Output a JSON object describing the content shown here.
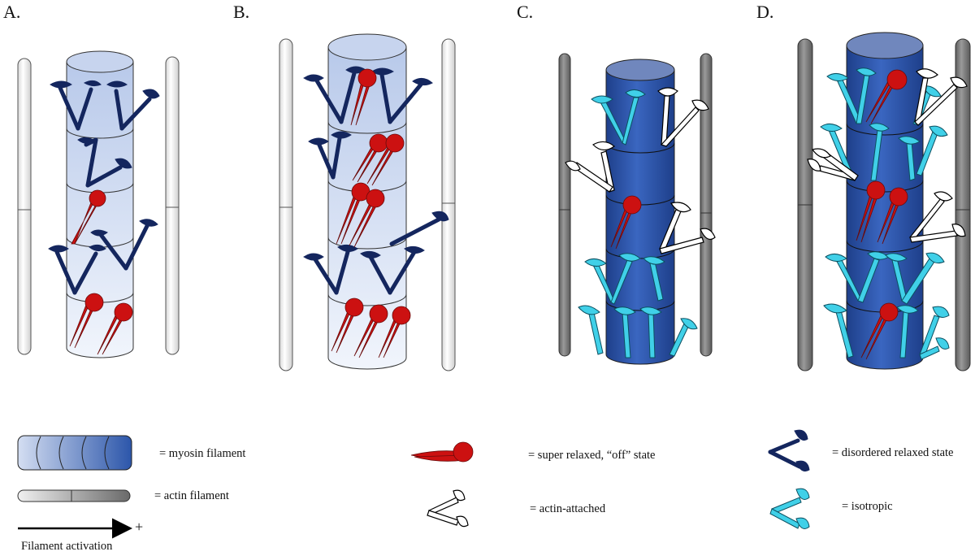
{
  "panels": [
    {
      "label": "A."
    },
    {
      "label": "B."
    },
    {
      "label": "C."
    },
    {
      "label": "D."
    }
  ],
  "legend": {
    "myosin_filament": "= myosin  filament",
    "actin_filament": "= actin filament",
    "filament_activation": "Filament activation",
    "activation_sign": "+",
    "super_relaxed": "= super relaxed, “off” state",
    "actin_attached": "= actin-attached",
    "disordered_relaxed": "= disordered relaxed state",
    "isotropic": "= isotropic"
  },
  "colors": {
    "super_relaxed": "#cc1111",
    "disordered_relaxed": "#14265e",
    "actin_attached": "#ffffff",
    "isotropic": "#40d0e8",
    "myosin_light": "#c9d6ee",
    "myosin_dark": "#2a55a8",
    "actin_light": "#f2f2f2",
    "actin_dark": "#7a7a7a"
  },
  "icons": [
    "myosin-filament-icon",
    "actin-filament-icon",
    "activation-arrow-icon",
    "super-relaxed-head-icon",
    "actin-attached-head-icon",
    "disordered-relaxed-head-icon",
    "isotropic-head-icon"
  ]
}
